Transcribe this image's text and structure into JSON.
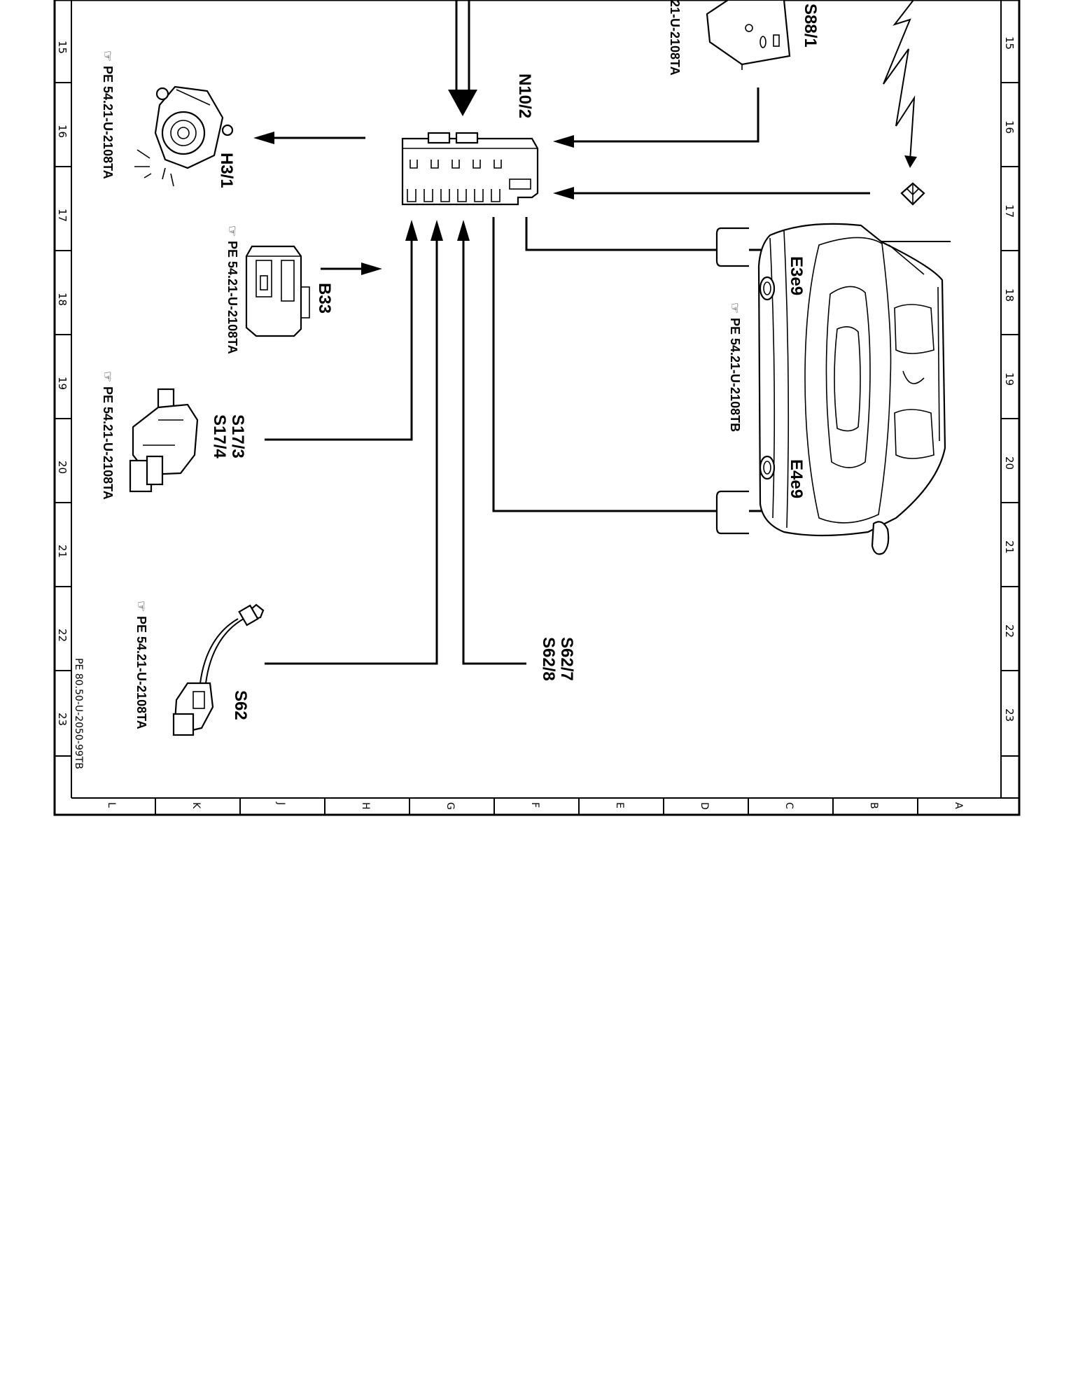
{
  "title": "",
  "grid": {
    "row_numbers": [
      "15",
      "16",
      "17",
      "18",
      "19",
      "20",
      "21",
      "22",
      "23"
    ],
    "column_letters": [
      "L",
      "K",
      "J",
      "H",
      "G",
      "F",
      "E",
      "D",
      "C",
      "B",
      "A"
    ]
  },
  "components": {
    "H3_1": "H3/1",
    "B33": "B33",
    "S17": [
      "S17/3",
      "S17/4"
    ],
    "S62": "S62",
    "N10_2": "N10/2",
    "S88_1": "S88/1",
    "E3e9": "E3e9",
    "E4e9": "E4e9",
    "S62_7_8": [
      "S62/7",
      "S62/8"
    ]
  },
  "references": {
    "h3": "PE 54.21-U-2108TA",
    "b33": "PE 54.21-U-2108TA",
    "s17": "PE 54.21-U-2108TA",
    "s62": "PE 54.21-U-2108TA",
    "s88": "21-U-2108TA",
    "vehicle": "PE 54.21-U-2108TB"
  },
  "document_id": "PE 80.50-U-2050-99TB"
}
